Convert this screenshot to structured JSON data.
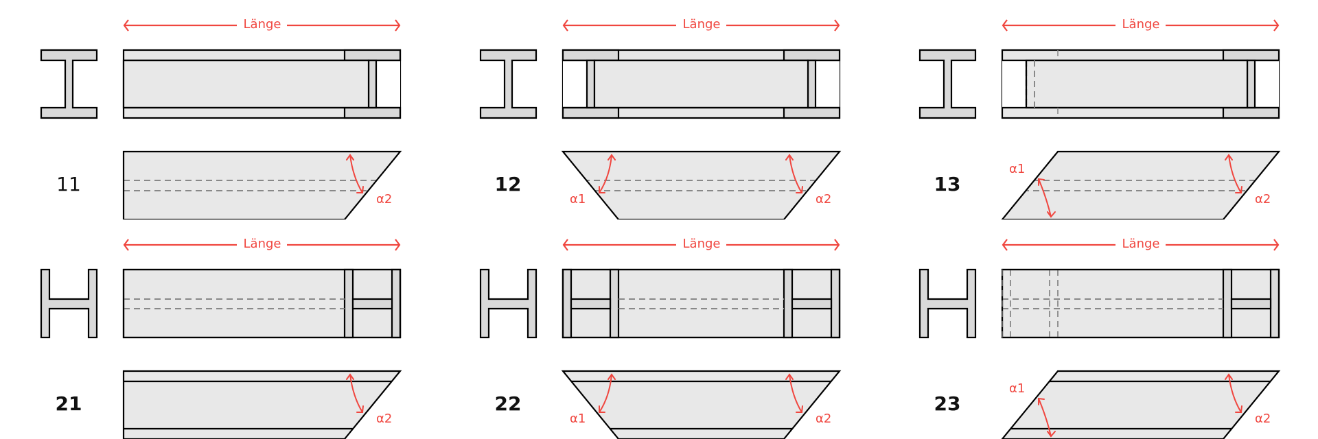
{
  "length_label": "Länge",
  "angle1_label": "α1",
  "angle2_label": "α2",
  "colors": {
    "accent": "#f0463f",
    "fill_light": "#e8e8e8",
    "fill_dark": "#d9d9d9",
    "dash": "#888888",
    "stroke": "#000000"
  },
  "panels": [
    {
      "id": "11",
      "profile": "I",
      "left_cut": "none",
      "shows_alpha1": false
    },
    {
      "id": "12",
      "profile": "I",
      "left_cut": "trapezoid",
      "shows_alpha1": true
    },
    {
      "id": "13",
      "profile": "I",
      "left_cut": "parallelogram",
      "shows_alpha1": true
    },
    {
      "id": "21",
      "profile": "H",
      "left_cut": "none",
      "shows_alpha1": false
    },
    {
      "id": "22",
      "profile": "H",
      "left_cut": "trapezoid",
      "shows_alpha1": true
    },
    {
      "id": "23",
      "profile": "H",
      "left_cut": "parallelogram",
      "shows_alpha1": true
    }
  ]
}
